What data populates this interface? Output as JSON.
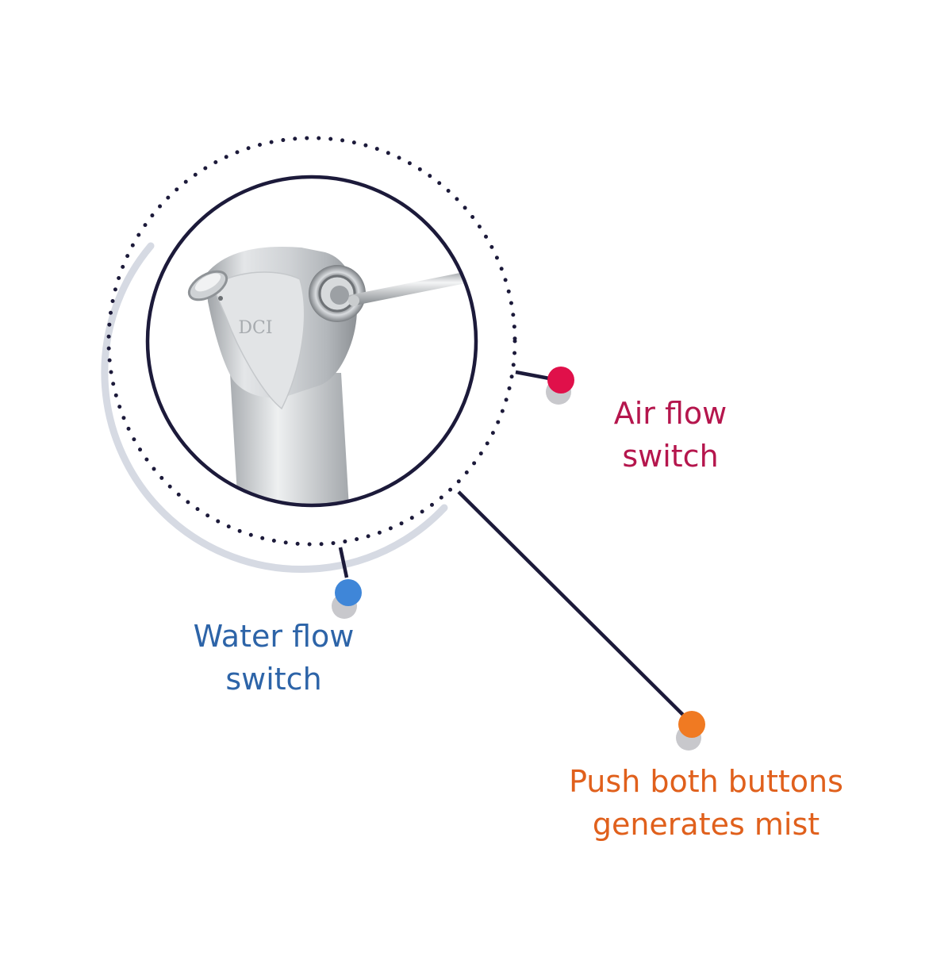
{
  "product_image": {
    "brand_engraving": "DCI",
    "icon": "dental-syringe-tip-image"
  },
  "callouts": [
    {
      "id": "air",
      "line1": "Air flow",
      "line2": "switch",
      "color": "#b5164d",
      "dot_color": "#e0104a"
    },
    {
      "id": "water",
      "line1": "Water flow",
      "line2": "switch",
      "color": "#2d64a8",
      "dot_color": "#3f86d8"
    },
    {
      "id": "mist",
      "line1": "Push both buttons",
      "line2": "generates mist",
      "color": "#e0601c",
      "dot_color": "#f07a22"
    }
  ],
  "colors": {
    "ring": "#1c1a3a",
    "dotted_ring": "#1c1a3a",
    "shadow_arc": "#d6dae3",
    "dot_shadow": "#c8c8cc"
  }
}
